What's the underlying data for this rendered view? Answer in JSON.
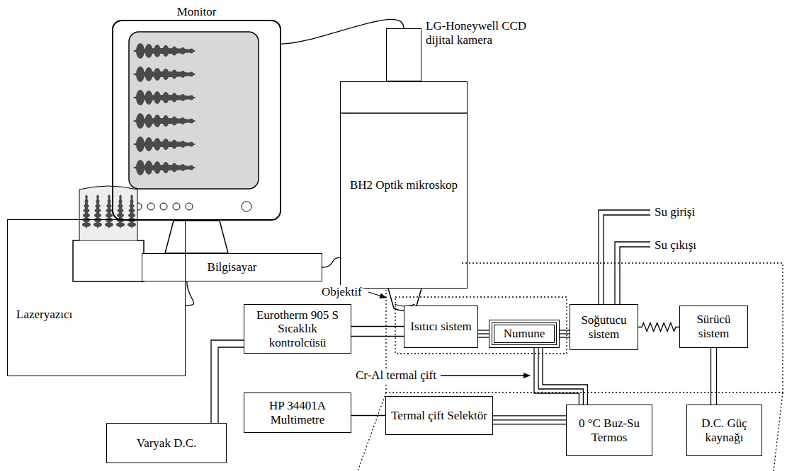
{
  "diagram": {
    "nodes": [
      {
        "text": [
          "Monitor"
        ]
      },
      {
        "text": [
          "LG-Honeywell CCD dijital kamera"
        ]
      },
      {
        "text": [
          "BH2 Optik mikroskop"
        ]
      },
      {
        "text": [
          "Bilgisayar"
        ]
      },
      {
        "text": [
          "Lazeryazıcı"
        ]
      },
      {
        "text": [
          "Eurotherm 905 S Sıcaklık kontrolcüsü"
        ]
      },
      {
        "text": [
          "Isıtıcı sistem"
        ]
      },
      {
        "text": [
          "Numune"
        ]
      },
      {
        "text": [
          "Soğutucu sistem"
        ]
      },
      {
        "text": [
          "Sürücü sistem"
        ]
      },
      {
        "text": [
          "Varyak D.C."
        ]
      },
      {
        "text": [
          "HP 34401A Multimetre"
        ]
      },
      {
        "text": [
          "Termal çift Selektör"
        ]
      },
      {
        "text": [
          "0 °C Buz-Su Termos"
        ]
      },
      {
        "text": [
          "D.C. Güç kaynağı"
        ]
      }
    ],
    "edges": [
      {
        "from": 0,
        "to": 1,
        "arrow": "none"
      },
      {
        "from": 3,
        "to": 2,
        "arrow": "none"
      },
      {
        "from": 4,
        "to": 3,
        "arrow": "none"
      },
      {
        "from": 5,
        "to": 6,
        "arrow": "none"
      },
      {
        "from": 5,
        "to": 10,
        "arrow": "none"
      },
      {
        "from": 6,
        "to": 7,
        "arrow": "none"
      },
      {
        "from": 7,
        "to": 8,
        "arrow": "none"
      },
      {
        "from": 8,
        "to": 9,
        "arrow": "none"
      },
      {
        "from": 7,
        "to": 13,
        "arrow": "none"
      },
      {
        "from": 13,
        "to": 12,
        "arrow": "none"
      },
      {
        "from": 12,
        "to": 11,
        "arrow": "none"
      },
      {
        "from": 9,
        "to": 14,
        "arrow": "none"
      }
    ],
    "labels": [
      "Su girişi",
      "Su çıkışı",
      "Objektif",
      "Cr-Al termal çift"
    ]
  }
}
